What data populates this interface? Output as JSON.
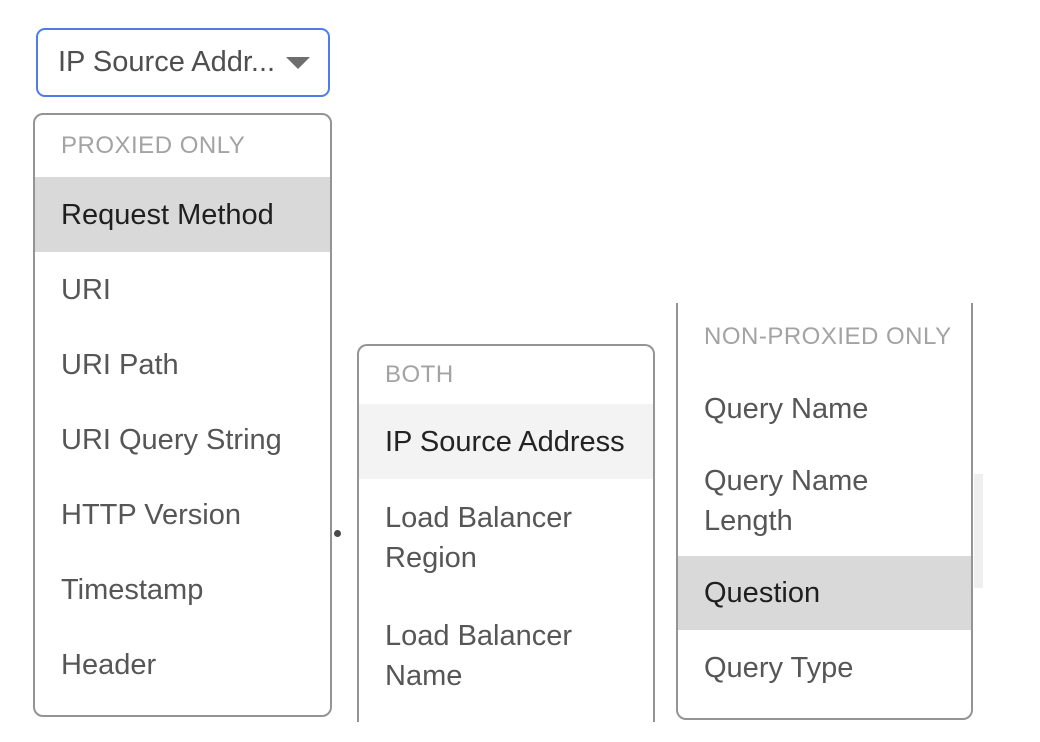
{
  "trigger": {
    "value": "IP Source Addr...",
    "caret_icon": "caret-down"
  },
  "menus": {
    "proxied": {
      "header": "PROXIED ONLY",
      "items": [
        {
          "lines": [
            "Request Method"
          ],
          "selected": true
        },
        {
          "lines": [
            "URI"
          ],
          "selected": false
        },
        {
          "lines": [
            "URI Path"
          ],
          "selected": false
        },
        {
          "lines": [
            "URI Query String"
          ],
          "selected": false
        },
        {
          "lines": [
            "HTTP Version"
          ],
          "selected": false
        },
        {
          "lines": [
            "Timestamp"
          ],
          "selected": false
        },
        {
          "lines": [
            "Header"
          ],
          "selected": false
        }
      ]
    },
    "both": {
      "header": "BOTH",
      "items": [
        {
          "lines": [
            "IP Source Address"
          ],
          "selected": true
        },
        {
          "lines": [
            "Load Balancer",
            "Region"
          ],
          "selected": false
        },
        {
          "lines": [
            "Load Balancer",
            "Name"
          ],
          "selected": false
        }
      ]
    },
    "non_proxied": {
      "header": "NON-PROXIED ONLY",
      "items": [
        {
          "lines": [
            "Query Name"
          ],
          "selected": false
        },
        {
          "lines": [
            "Query Name",
            "Length"
          ],
          "selected": false
        },
        {
          "lines": [
            "Question"
          ],
          "selected": true
        },
        {
          "lines": [
            "Query Type"
          ],
          "selected": false
        }
      ]
    }
  },
  "colors": {
    "trigger_border": "#4e7de9",
    "panel_border": "#949494",
    "header_text": "#a3a3a3",
    "item_text": "#565656",
    "selected_item_text": "#1f1f1f",
    "selected_dark_bg": "#d9d9d9",
    "selected_light_bg": "#f3f3f3",
    "caret": "#6e6e6e"
  }
}
